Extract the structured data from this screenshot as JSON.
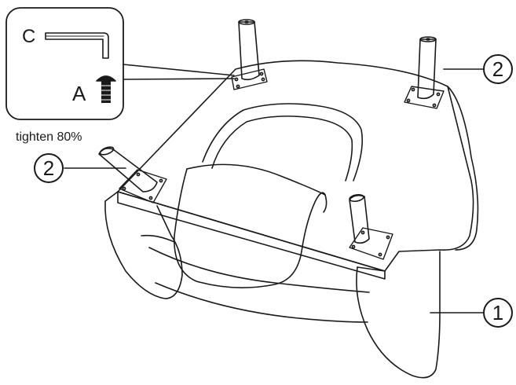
{
  "callout": {
    "tool_letter": "C",
    "screw_letter": "A",
    "instruction": "tighten 80%"
  },
  "parts": {
    "leg_left": "2",
    "leg_right": "2",
    "seat": "1"
  },
  "colors": {
    "ink": "#1a1a1a",
    "paper": "#ffffff"
  }
}
